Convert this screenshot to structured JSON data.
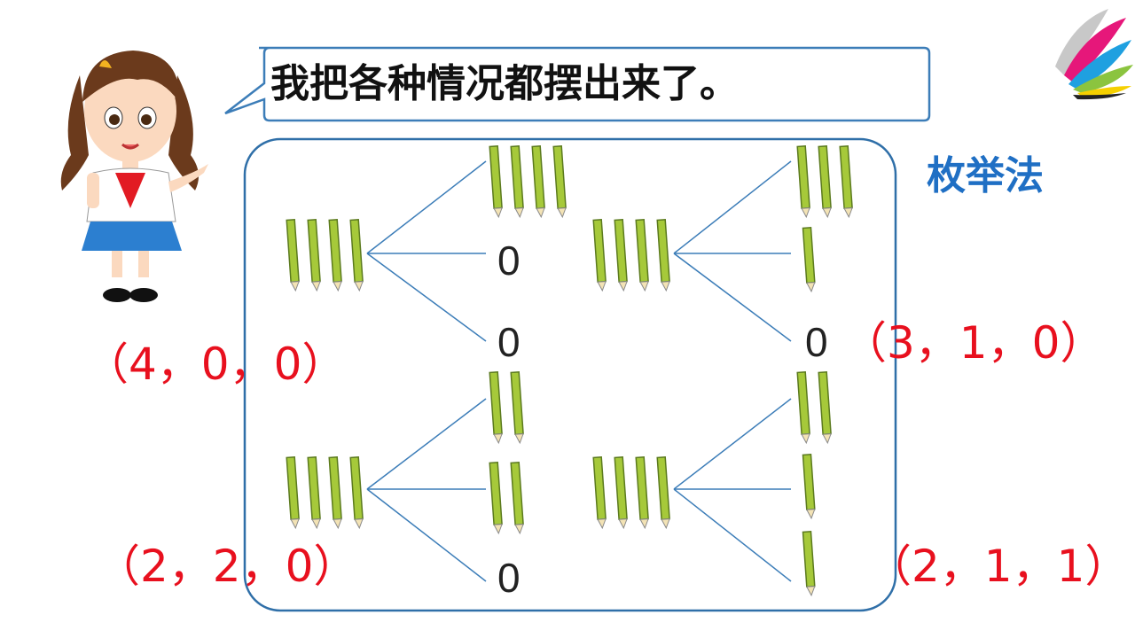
{
  "speech": {
    "text": "我把各种情况都摆出来了。"
  },
  "method_label": "枚举法",
  "zero_label": "0",
  "groups": [
    {
      "id": "g1",
      "root_pencils": 4,
      "branches": [
        {
          "pencils": 4
        },
        {
          "pencils": 0
        },
        {
          "pencils": 0
        }
      ],
      "result": "（4，0，0）"
    },
    {
      "id": "g2",
      "root_pencils": 4,
      "branches": [
        {
          "pencils": 3
        },
        {
          "pencils": 1
        },
        {
          "pencils": 0
        }
      ],
      "result": "（3，1，0）"
    },
    {
      "id": "g3",
      "root_pencils": 4,
      "branches": [
        {
          "pencils": 2
        },
        {
          "pencils": 2
        },
        {
          "pencils": 0
        }
      ],
      "result": "（2，2，0）"
    },
    {
      "id": "g4",
      "root_pencils": 4,
      "branches": [
        {
          "pencils": 2
        },
        {
          "pencils": 1
        },
        {
          "pencils": 1
        }
      ],
      "result": "（2，1，1）"
    }
  ],
  "colors": {
    "pencil_body": "#a6c93a",
    "pencil_outline": "#5b7a1e",
    "pencil_tip": "#8a8a8a",
    "result_text": "#e8101e",
    "method_text": "#1f6fc4",
    "frame": "#2f6fa8",
    "branch_line": "#3c7db8"
  }
}
